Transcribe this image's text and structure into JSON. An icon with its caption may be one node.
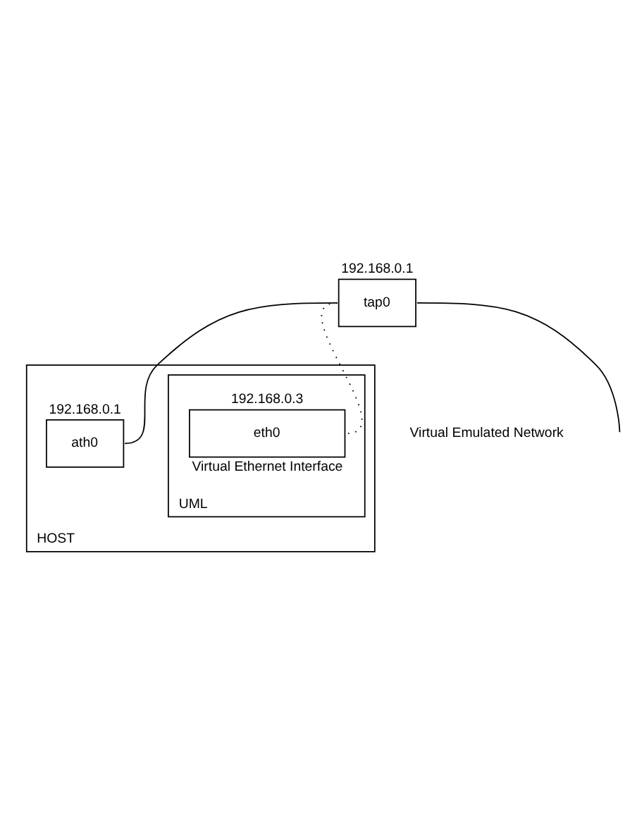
{
  "diagram": {
    "nodes": [
      {
        "text": [
          "HOST"
        ]
      },
      {
        "text": [
          "ath0"
        ],
        "in": 0,
        "beside": [
          "192.168.0.1"
        ]
      },
      {
        "text": [
          "tap0"
        ],
        "beside": [
          "192.168.0.1"
        ]
      },
      {
        "text": [
          "UML"
        ],
        "in": 0
      },
      {
        "text": [
          "eth0"
        ],
        "in": 3,
        "beside": [
          "192.168.0.3",
          "Virtual Ethernet Interface"
        ]
      }
    ],
    "edges": [
      {
        "from": 1,
        "to": 2,
        "arrow": "none"
      },
      {
        "from": 2,
        "to": 4,
        "arrow": "none",
        "style": "dashed"
      },
      {
        "from": 2,
        "to": null,
        "arrow": "none"
      }
    ],
    "labels": [
      "Virtual Emulated Network"
    ]
  }
}
